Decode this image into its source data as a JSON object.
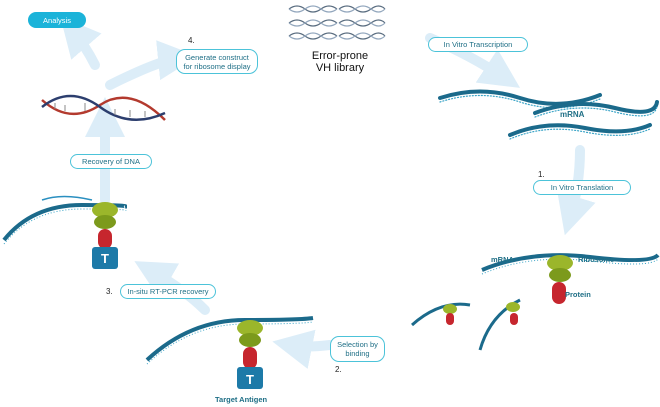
{
  "library": {
    "line1": "Error-prone",
    "line2": "VH library"
  },
  "labels": {
    "analysis": "Analysis",
    "mrna": "mRNA",
    "ribosome": "Ribosome",
    "protein": "Protein",
    "target_antigen": "Target Antigen"
  },
  "steps": {
    "s1": "1.",
    "s2": "2.",
    "s3": "3.",
    "s4": "4."
  },
  "boxes": {
    "generate": "Generate construct for ribosome display",
    "transcription": "In Vitro Transcription",
    "translation": "In Vitro Translation",
    "selection": "Selection by binding",
    "rtpcr": "In-situ RT-PCR recovery",
    "recovery": "Recovery of DNA"
  },
  "colors": {
    "box_border": "#4cc3d9",
    "box_text": "#1f6f86",
    "pill_fill": "#1bb3d9",
    "arrow": "#dcedf8",
    "strand": "#1b6a8b",
    "ribosome": "#9bb62b",
    "protein": "#c6262e",
    "antigen": "#1d7aa8"
  }
}
